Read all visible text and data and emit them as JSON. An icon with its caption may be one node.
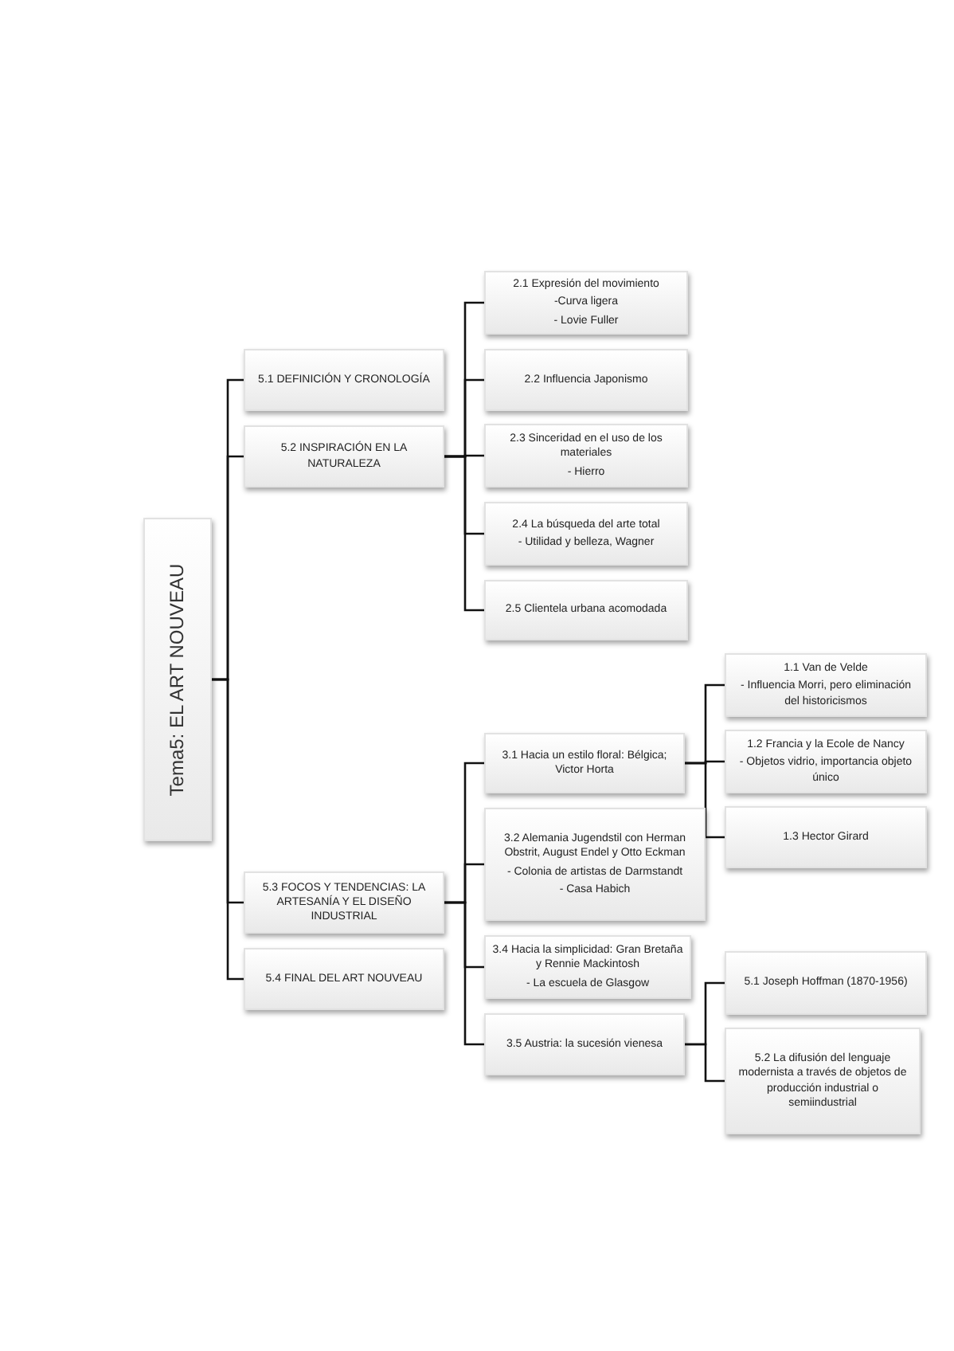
{
  "diagram": {
    "nodes": [
      {
        "text": [
          "Tema5: EL ART NOUVEAU"
        ]
      },
      {
        "text": [
          "5.1 DEFINICIÓN Y CRONOLOGÍA"
        ]
      },
      {
        "text": [
          "5.2 INSPIRACIÓN EN LA NATURALEZA"
        ]
      },
      {
        "text": [
          "5.3 FOCOS Y TENDENCIAS: LA ARTESANÍA Y EL DISEÑO INDUSTRIAL"
        ]
      },
      {
        "text": [
          "5.4 FINAL DEL ART NOUVEAU"
        ]
      },
      {
        "text": [
          "2.1 Expresión del movimiento",
          "-Curva ligera",
          "- Lovie Fuller"
        ]
      },
      {
        "text": [
          "2.2 Influencia Japonismo"
        ]
      },
      {
        "text": [
          "2.3 Sinceridad en el uso de los materiales",
          "- Hierro"
        ]
      },
      {
        "text": [
          "2.4 La búsqueda del arte total",
          "- Utilidad y belleza, Wagner"
        ]
      },
      {
        "text": [
          "2.5 Clientela urbana acomodada"
        ]
      },
      {
        "text": [
          "3.1 Hacia un estilo floral: Bélgica; Victor Horta"
        ]
      },
      {
        "text": [
          "3.2 Alemania Jugendstil con Herman Obstrit, August Endel y Otto Eckman",
          "- Colonia de artistas de Darmstandt",
          "- Casa Habich"
        ]
      },
      {
        "text": [
          "3.4 Hacia la simplicidad: Gran Bretaña y Rennie Mackintosh",
          "- La escuela de Glasgow"
        ]
      },
      {
        "text": [
          "3.5 Austria: la sucesión vienesa"
        ]
      },
      {
        "text": [
          "1.1 Van de Velde",
          "- Influencia Morri, pero eliminación del historicismos"
        ]
      },
      {
        "text": [
          "1.2 Francia y la Ecole de Nancy",
          "- Objetos vidrio, importancia objeto único"
        ]
      },
      {
        "text": [
          "1.3 Hector Girard"
        ]
      },
      {
        "text": [
          "5.1 Joseph Hoffman (1870-1956)"
        ]
      },
      {
        "text": [
          "5.2 La difusión del lenguaje modernista a través de objetos de producción industrial o semiindustrial"
        ]
      }
    ],
    "edges": [
      {
        "from": 0,
        "to": 1,
        "arrow": "none"
      },
      {
        "from": 0,
        "to": 2,
        "arrow": "none"
      },
      {
        "from": 0,
        "to": 3,
        "arrow": "none"
      },
      {
        "from": 0,
        "to": 4,
        "arrow": "none"
      },
      {
        "from": 2,
        "to": 5,
        "arrow": "none"
      },
      {
        "from": 2,
        "to": 6,
        "arrow": "none"
      },
      {
        "from": 2,
        "to": 7,
        "arrow": "none"
      },
      {
        "from": 2,
        "to": 8,
        "arrow": "none"
      },
      {
        "from": 2,
        "to": 9,
        "arrow": "none"
      },
      {
        "from": 3,
        "to": 10,
        "arrow": "none"
      },
      {
        "from": 3,
        "to": 11,
        "arrow": "none"
      },
      {
        "from": 3,
        "to": 12,
        "arrow": "none"
      },
      {
        "from": 3,
        "to": 13,
        "arrow": "none"
      },
      {
        "from": 10,
        "to": 14,
        "arrow": "none"
      },
      {
        "from": 10,
        "to": 15,
        "arrow": "none"
      },
      {
        "from": 10,
        "to": 16,
        "arrow": "none"
      },
      {
        "from": 13,
        "to": 17,
        "arrow": "none"
      },
      {
        "from": 13,
        "to": 18,
        "arrow": "none"
      }
    ]
  }
}
